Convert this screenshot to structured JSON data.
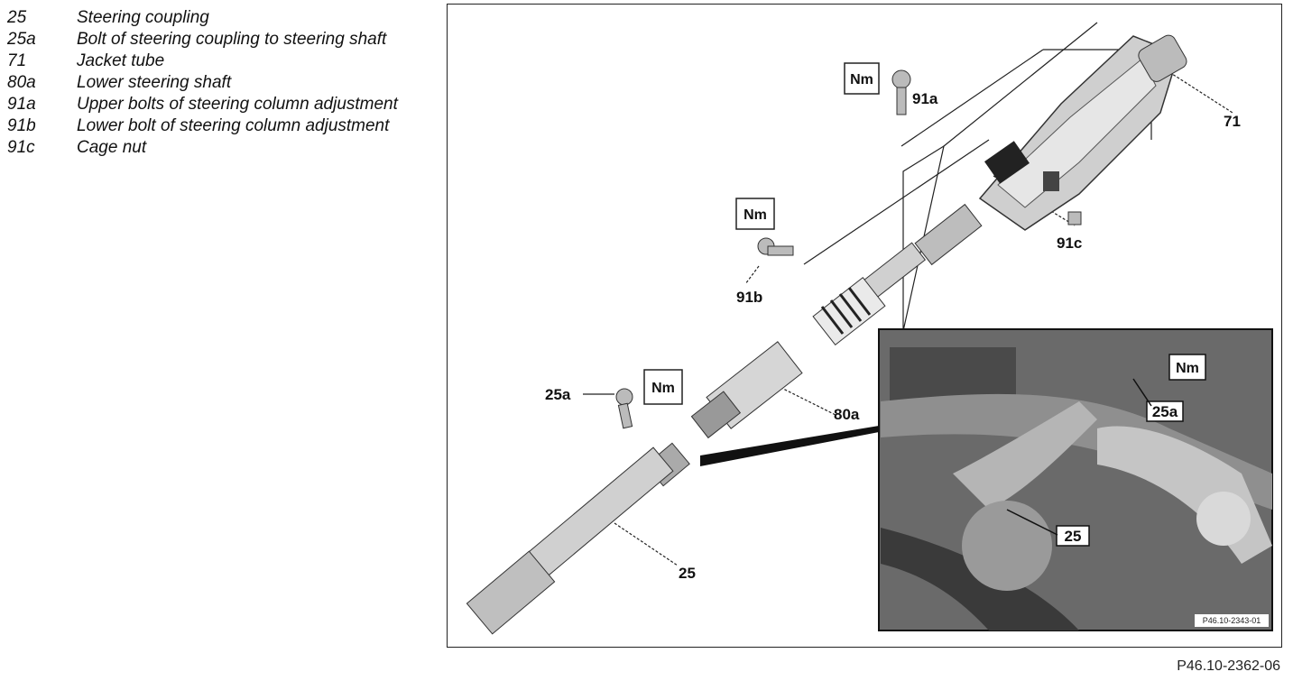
{
  "legend": [
    {
      "code": "25",
      "text": "Steering coupling"
    },
    {
      "code": "25a",
      "text": "Bolt of steering coupling to steering shaft"
    },
    {
      "code": "71",
      "text": "Jacket tube"
    },
    {
      "code": "80a",
      "text": "Lower steering shaft"
    },
    {
      "code": "91a",
      "text": "Upper bolts of steering column adjustment"
    },
    {
      "code": "91b",
      "text": "Lower bolt of steering column adjustment"
    },
    {
      "code": "91c",
      "text": "Cage nut"
    }
  ],
  "figure": {
    "code": "P46.10-2362-06",
    "photo_code": "P46.10-2343-01",
    "torque_symbol": "Nm",
    "callouts": {
      "c71": "71",
      "c91a": "91a",
      "c91b": "91b",
      "c91c": "91c",
      "c80a": "80a",
      "c25a": "25a",
      "c25": "25",
      "inset25a": "25a",
      "inset25": "25"
    }
  }
}
